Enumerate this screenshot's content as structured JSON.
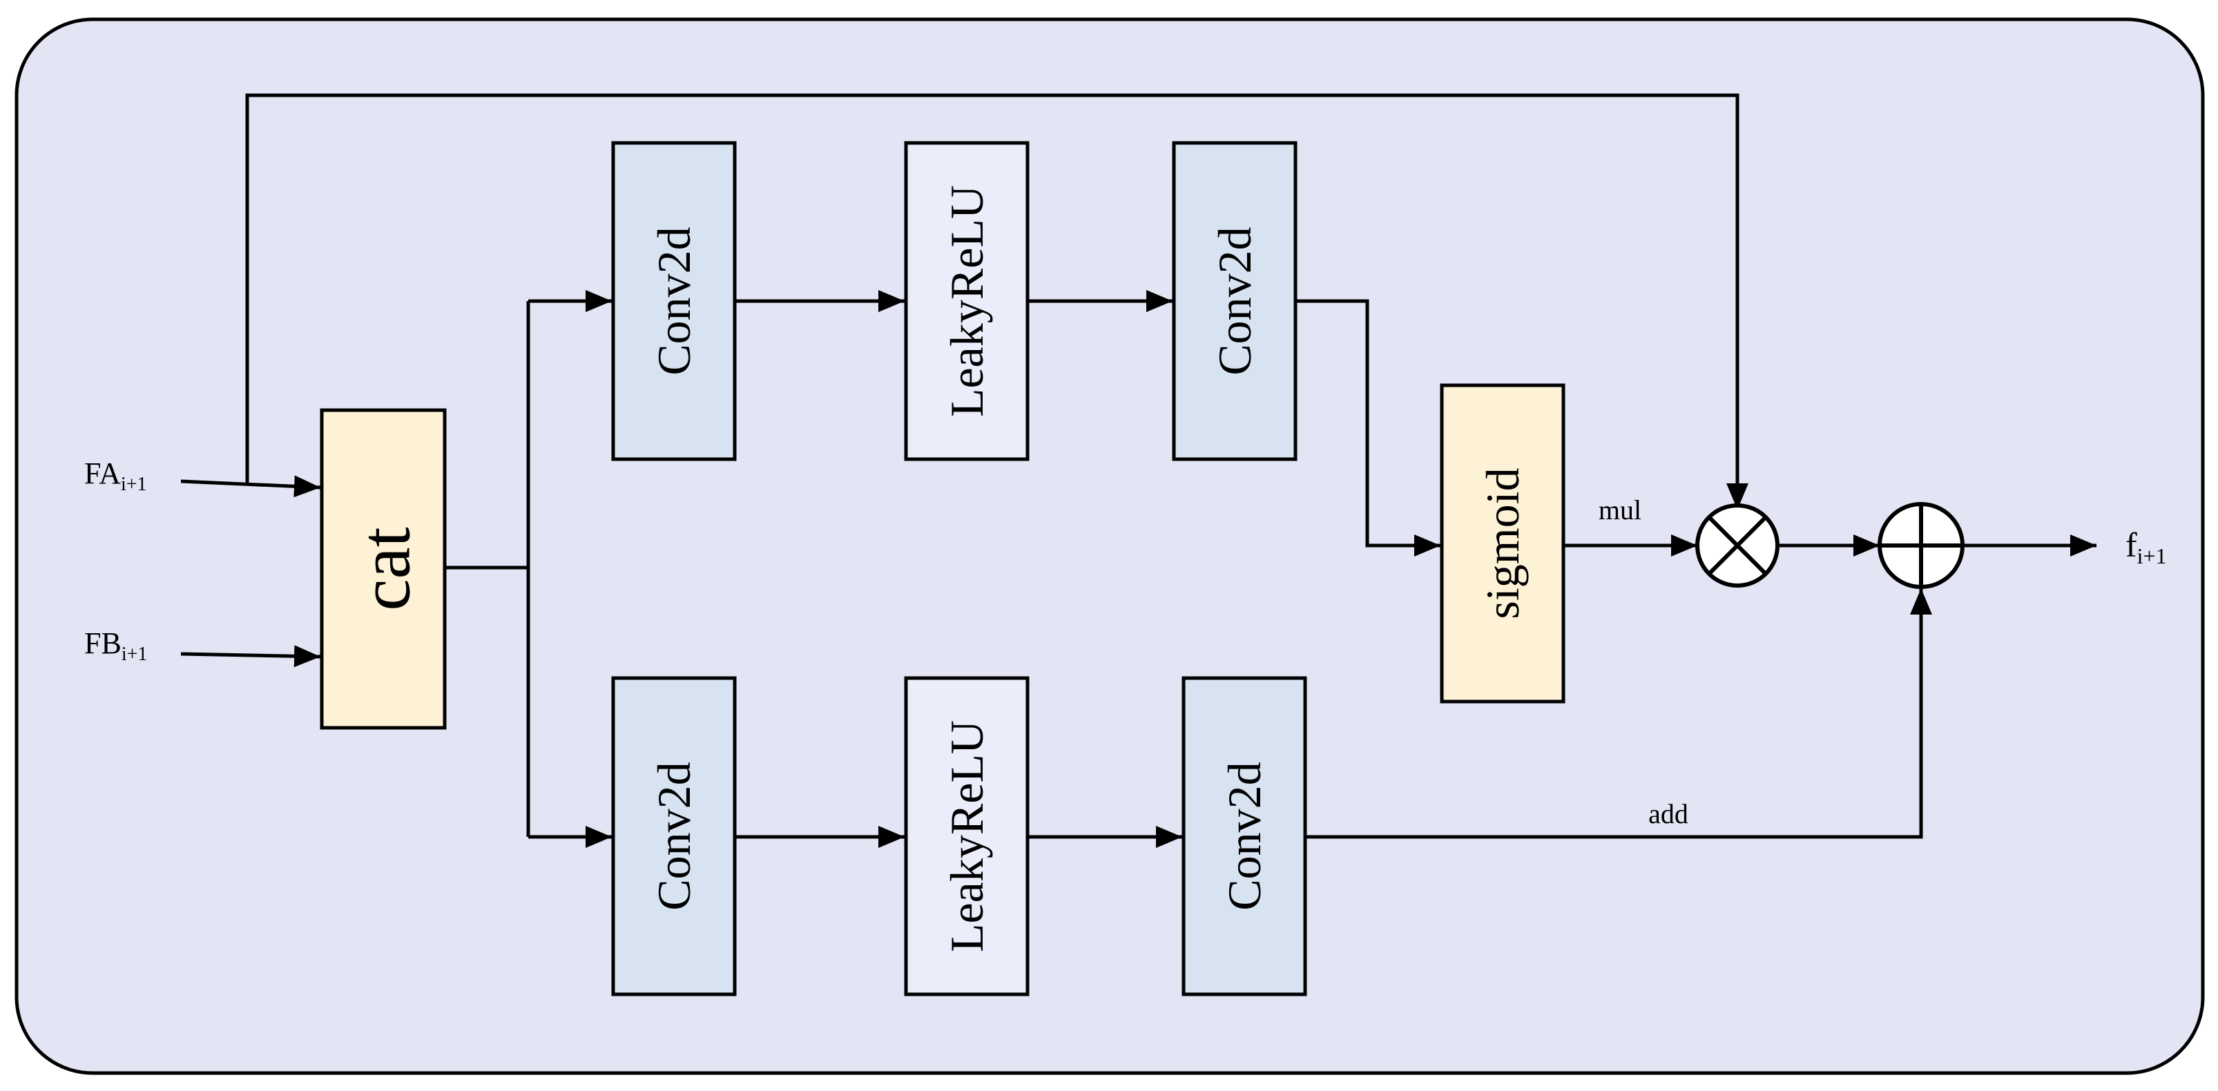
{
  "inputs": {
    "fa": {
      "main": "FA",
      "sub": "i+1"
    },
    "fb": {
      "main": "FB",
      "sub": "i+1"
    }
  },
  "output": {
    "main": "f",
    "sub": "i+1"
  },
  "blocks": {
    "cat": "cat",
    "top_conv1": "Conv2d",
    "top_act": "LeakyReLU",
    "top_conv2": "Conv2d",
    "sigmoid": "sigmoid",
    "bot_conv1": "Conv2d",
    "bot_act": "LeakyReLU",
    "bot_conv2": "Conv2d"
  },
  "edge_labels": {
    "mul": "mul",
    "add": "add"
  },
  "colors": {
    "panel": "#e3e4f4",
    "cat_fill": "#fdf1d6",
    "sigmoid_fill": "#fdf1d6",
    "conv_fill": "#d8e3f2",
    "act_fill": "#ecedfb",
    "stroke": "#000000"
  },
  "operators": {
    "multiply": "multiply-operator",
    "add": "add-operator"
  }
}
